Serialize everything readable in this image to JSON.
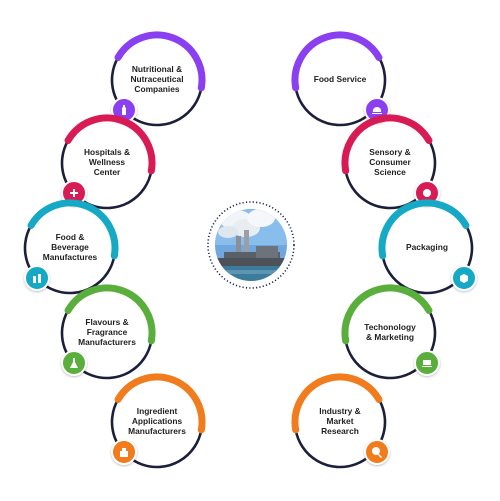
{
  "items": [
    {
      "label": "Nutritional &\nNutraceutical\nCompanies",
      "color": "#8a3ff0",
      "icon": "bottle-icon"
    },
    {
      "label": "Hospitals &\nWellness\nCenter",
      "color": "#d81b55",
      "icon": "hospital-icon"
    },
    {
      "label": "Food &\nBeverage\nManufactures",
      "color": "#16a9c6",
      "icon": "bottles-icon"
    },
    {
      "label": "Flavours &\nFragrance\nManufacturers",
      "color": "#5aae3c",
      "icon": "flask-icon"
    },
    {
      "label": "Ingredient\nApplications\nManufacturers",
      "color": "#f07c1e",
      "icon": "ingredients-icon"
    },
    {
      "label": "Food Service",
      "color": "#8a3ff0",
      "icon": "food-dome-icon"
    },
    {
      "label": "Sensory &\nConsumer\nScience",
      "color": "#d81b55",
      "icon": "brain-icon"
    },
    {
      "label": "Packaging",
      "color": "#16a9c6",
      "icon": "box-icon"
    },
    {
      "label": "Techonology\n& Marketing",
      "color": "#5aae3c",
      "icon": "laptop-icon"
    },
    {
      "label": "Industry &\nMarket\nResearch",
      "color": "#f07c1e",
      "icon": "research-icon"
    }
  ],
  "center": {
    "image": "industrial-plant-image"
  }
}
